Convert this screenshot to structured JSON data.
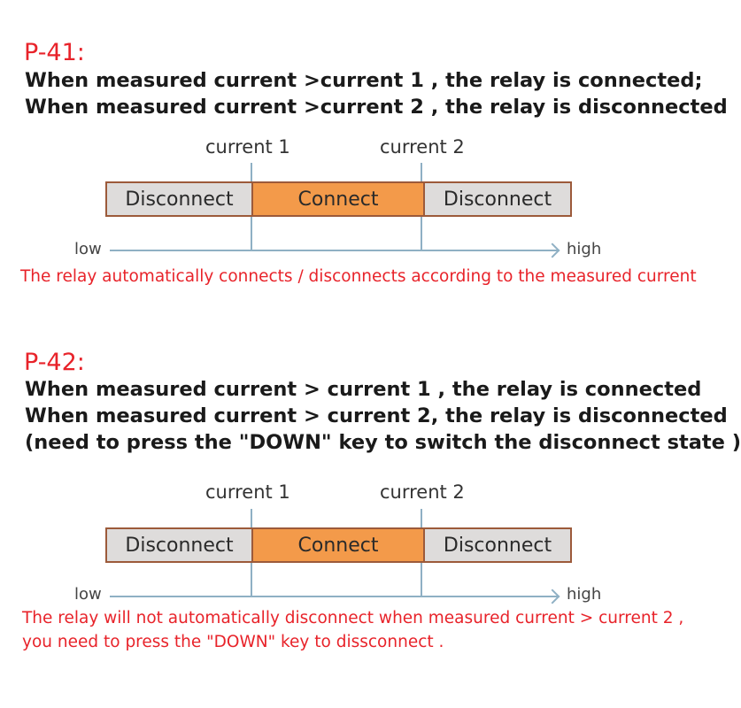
{
  "p41": {
    "code": "P-41:",
    "lines": [
      "When measured current >current 1 , the relay is connected;",
      "When measured current >current 2 , the relay is disconnected"
    ],
    "current1_label": "current 1",
    "current2_label": "current 2",
    "segments": [
      "Disconnect",
      "Connect",
      "Disconnect"
    ],
    "axis_low": "low",
    "axis_high": "high",
    "note_lines": [
      "The relay automatically connects / disconnects according to the measured current"
    ]
  },
  "p42": {
    "code": "P-42:",
    "lines": [
      "When measured current > current 1 , the relay is connected",
      "When measured current > current 2, the relay is disconnected",
      "(need to press the \"DOWN\" key to switch the disconnect state )"
    ],
    "current1_label": "current 1",
    "current2_label": "current 2",
    "segments": [
      "Disconnect",
      "Connect",
      "Disconnect"
    ],
    "axis_low": "low",
    "axis_high": "high",
    "note_lines": [
      "The relay will not automatically disconnect when measured current > current 2 ,",
      "you need to press the \"DOWN\" key to dissconnect  ."
    ]
  },
  "colors": {
    "code_red": "#e8232a",
    "disconnect_gray": "#dedcdb",
    "connect_orange": "#f39a4a",
    "bar_border": "#9c5a3a",
    "axis_blue": "#8fb0c4"
  }
}
